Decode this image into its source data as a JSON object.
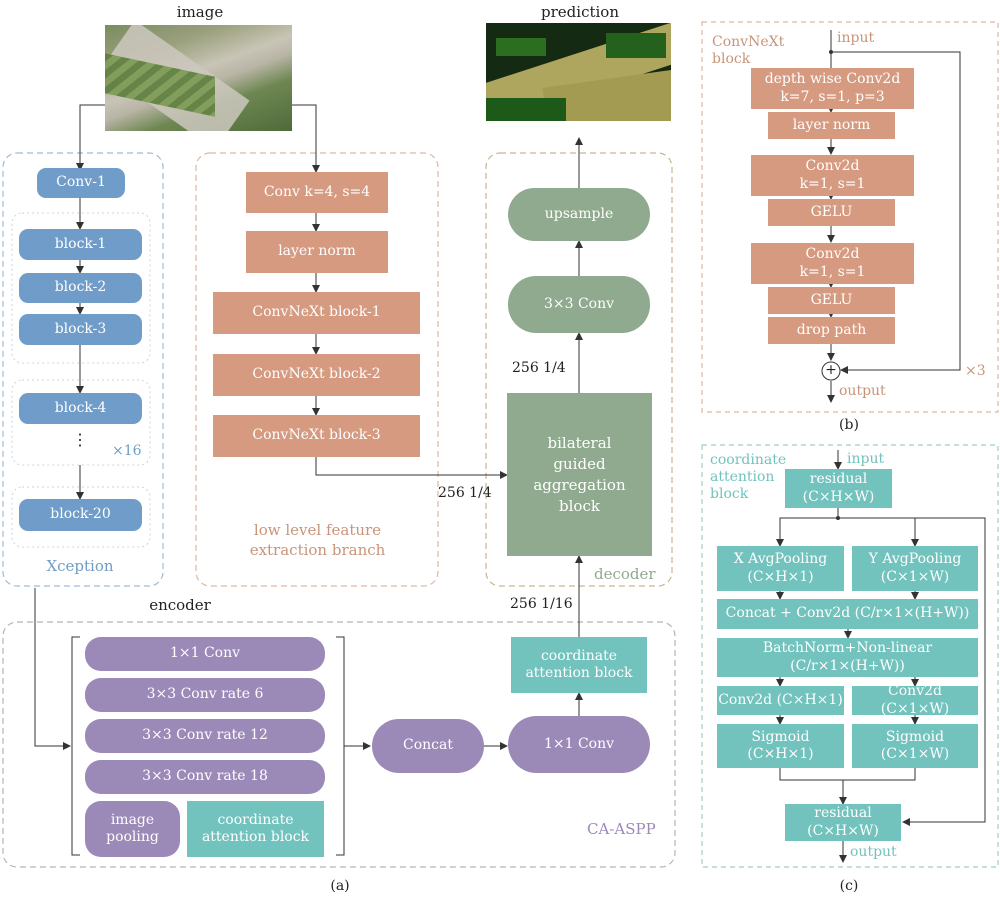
{
  "top_labels": {
    "image": "image",
    "prediction": "prediction"
  },
  "xception": {
    "conv1": "Conv-1",
    "blocks_a": [
      "block-1",
      "block-2",
      "block-3"
    ],
    "block4": "block-4",
    "dots": "⋮",
    "repeat": "×16",
    "block20": "block-20",
    "label": "Xception"
  },
  "low_branch": {
    "conv": "Conv k=4, s=4",
    "norm": "layer norm",
    "blocks": [
      "ConvNeXt  block-1",
      "ConvNeXt  block-2",
      "ConvNeXt  block-3"
    ],
    "label": "low level feature\nextraction branch"
  },
  "decoder": {
    "upsample": "upsample",
    "conv3": "3×3 Conv",
    "bga": "bilateral\nguided\naggregation\nblock",
    "label": "decoder",
    "lbl_256_14_top": "256 1/4",
    "lbl_256_14_left": "256 1/4",
    "lbl_256_116": "256 1/16",
    "coord": "coordinate\nattention block"
  },
  "encoder_label": "encoder",
  "aspp": {
    "convs": [
      "1×1 Conv",
      "3×3 Conv rate 6",
      "3×3 Conv rate 12",
      "3×3 Conv rate 18"
    ],
    "pool": "image\npooling",
    "coord": "coordinate\nattention block",
    "concat": "Concat",
    "conv1": "1×1 Conv",
    "label": "CA-ASPP"
  },
  "convnext_block": {
    "title": "ConvNeXt\nblock",
    "input": "input",
    "dw": "depth wise Conv2d\nk=7,  s=1,  p=3",
    "norm": "layer norm",
    "conv_a": "Conv2d\nk=1,  s=1",
    "gelu_a": "GELU",
    "conv_b": "Conv2d\nk=1,  s=1",
    "gelu_b": "GELU",
    "drop": "drop path",
    "plus": "+",
    "output": "output",
    "repeat": "×3"
  },
  "ca_block": {
    "title": "coordinate\nattention\nblock",
    "input": "input",
    "residual_top": "residual\n(C×H×W)",
    "xpool": "X AvgPooling\n(C×H×1)",
    "ypool": "Y AvgPooling\n(C×1×W)",
    "concat": "Concat + Conv2d (C/r×1×(H+W))",
    "bn": "BatchNorm+Non-linear\n(C/r×1×(H+W))",
    "conv_h": "Conv2d (C×H×1)",
    "conv_w": "Conv2d (C×1×W)",
    "sig_h": "Sigmoid\n(C×H×1)",
    "sig_w": "Sigmoid\n(C×1×W)",
    "residual_bot": "residual\n(C×H×W)",
    "output": "output"
  },
  "captions": {
    "a": "(a)",
    "b": "(b)",
    "c": "(c)"
  },
  "colors": {
    "blue": "#6f9cc8",
    "orange": "#d59a80",
    "green": "#8faa8e",
    "purple": "#9b89b8",
    "teal": "#72c2bd",
    "border_blue": "#9fbad6",
    "border_orange": "#dcb8a5",
    "border_green": "#b9b58f",
    "border_gray": "#b5b5b5"
  }
}
